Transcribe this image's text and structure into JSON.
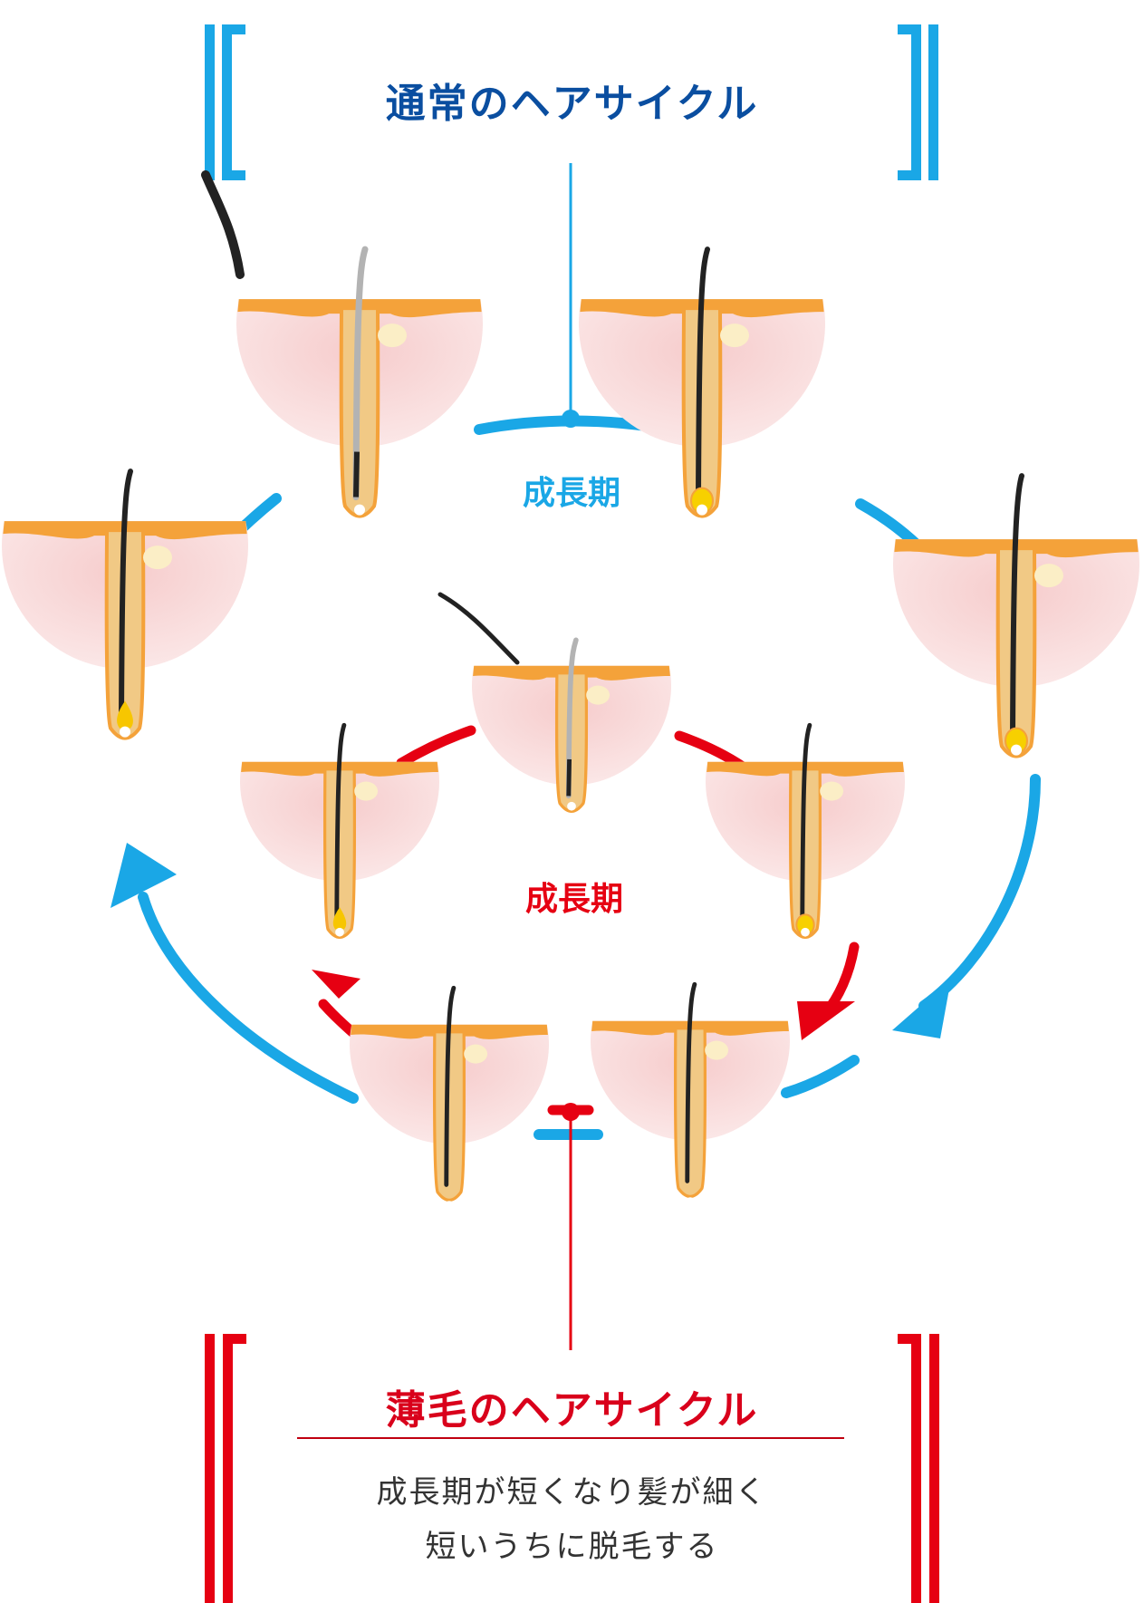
{
  "normal_cycle": {
    "title": "通常のヘアサイクル",
    "phase_label": "成長期",
    "color": "#1aa7e6",
    "title_color": "#0a4ea0"
  },
  "thinning_cycle": {
    "title": "薄毛のヘアサイクル",
    "phase_label": "成長期",
    "description_line1": "成長期が短くなり髪が細く",
    "description_line2": "短いうちに脱毛する",
    "color": "#e60012"
  },
  "colors": {
    "skin": "#f7d3d3",
    "fat": "#f4a23a",
    "follicle": "#f1c985",
    "hair": "#222222"
  }
}
